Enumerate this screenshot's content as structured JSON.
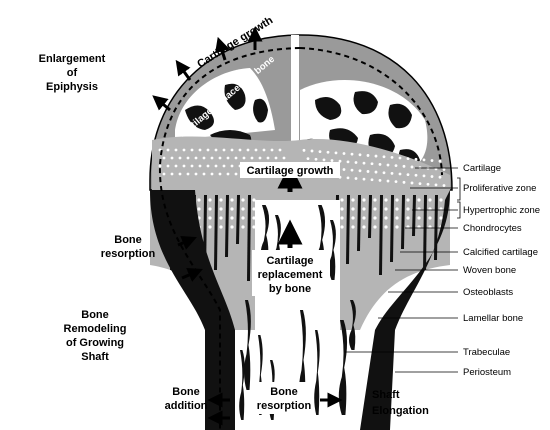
{
  "labels": {
    "enlargement_line1": "Enlargement",
    "enlargement_line2": "of",
    "enlargement_line3": "Epiphysis",
    "cartilage_growth_top": "Cartilage growth",
    "cartilage_replaced": "Cartilage replaced by bone",
    "cartilage_growth_mid": "Cartilage growth",
    "bone_resorption_left_1": "Bone",
    "bone_resorption_left_2": "resorption",
    "cartilage_replacement_1": "Cartilage",
    "cartilage_replacement_2": "replacement",
    "cartilage_replacement_3": "by bone",
    "remodeling_1": "Bone",
    "remodeling_2": "Remodeling",
    "remodeling_3": "of Growing",
    "remodeling_4": "Shaft",
    "bone_addition_1": "Bone",
    "bone_addition_2": "addition",
    "bone_resorption_bottom_1": "Bone",
    "bone_resorption_bottom_2": "resorption",
    "shaft_elongation_1": "Shaft",
    "shaft_elongation_2": "Elongation"
  },
  "right_labels": {
    "cartilage": "Cartilage",
    "proliferative": "Proliferative zone",
    "hypertrophic": "Hypertrophic zone",
    "chondrocytes": "Chondrocytes",
    "calcified": "Calcified cartilage",
    "woven": "Woven bone",
    "osteoblasts": "Osteoblasts",
    "lamellar": "Lamellar bone",
    "trabeculae": "Trabeculae",
    "periosteum": "Periosteum"
  },
  "colors": {
    "cap_gray": "#9a9a9a",
    "bone_black": "#111111",
    "marrow_white": "#ffffff",
    "zone_gray": "#b5b5b5"
  }
}
